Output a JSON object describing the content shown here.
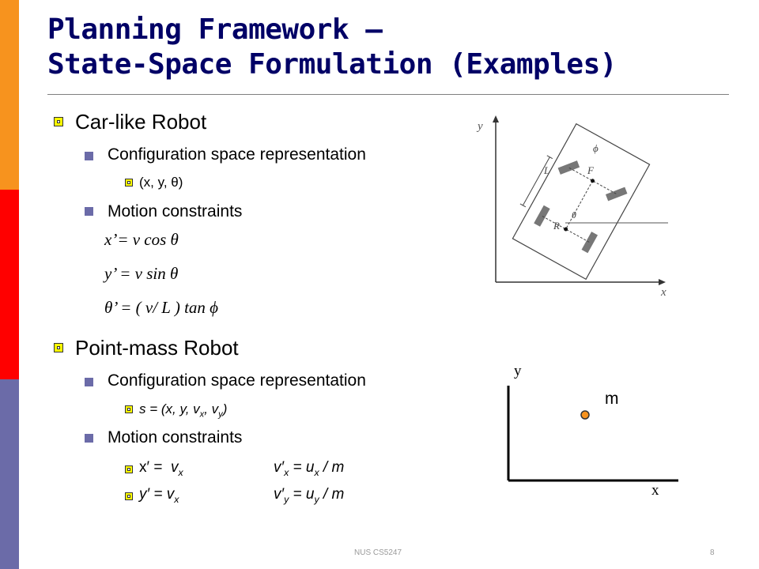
{
  "title": {
    "line1": "Planning Framework –",
    "line2": "State-Space Formulation (Examples)"
  },
  "car": {
    "heading": "Car-like Robot",
    "config_label": "Configuration space representation",
    "config_tuple": "(x, y, θ)",
    "motion_label": "Motion constraints",
    "eq1": "x’= v cos θ",
    "eq2": "y’ = v sin θ",
    "eq3": "θ’ = ( v/ L ) tan ϕ",
    "figure_labels": {
      "y": "y",
      "x": "x",
      "L": "L",
      "F": "F",
      "R": "R",
      "phi": "ϕ",
      "theta": "θ"
    }
  },
  "pointmass": {
    "heading": "Point-mass Robot",
    "config_label": "Configuration space representation",
    "state": {
      "prefix": "s = (x, y, v",
      "sub1": "x",
      "mid": ", v",
      "sub2": "y",
      "suffix": ")"
    },
    "motion_label": "Motion constraints",
    "c1": {
      "lhs": "x′ =",
      "v": "v",
      "vsub": "x",
      "rhs_v": "v′",
      "rhs_sub": "x",
      "rhs_eq": "= u",
      "rhs_usub": "x",
      "rhs_tail": "/ m"
    },
    "c2": {
      "lhs": "y′ = v",
      "vsub": "x",
      "rhs_v": "v′",
      "rhs_sub": "y",
      "rhs_eq": "= u",
      "rhs_usub": "y",
      "rhs_tail": "/ m"
    },
    "figure_labels": {
      "y": "y",
      "x": "x",
      "m": "m"
    }
  },
  "footer": {
    "course": "NUS CS5247",
    "page": "8"
  },
  "colors": {
    "title": "#000066",
    "bar_orange": "#f7931e",
    "bar_red": "#ff0000",
    "bar_purple": "#6b6ba8",
    "bullet_yellow": "#ffff00",
    "mass_point": "#f7931e"
  }
}
